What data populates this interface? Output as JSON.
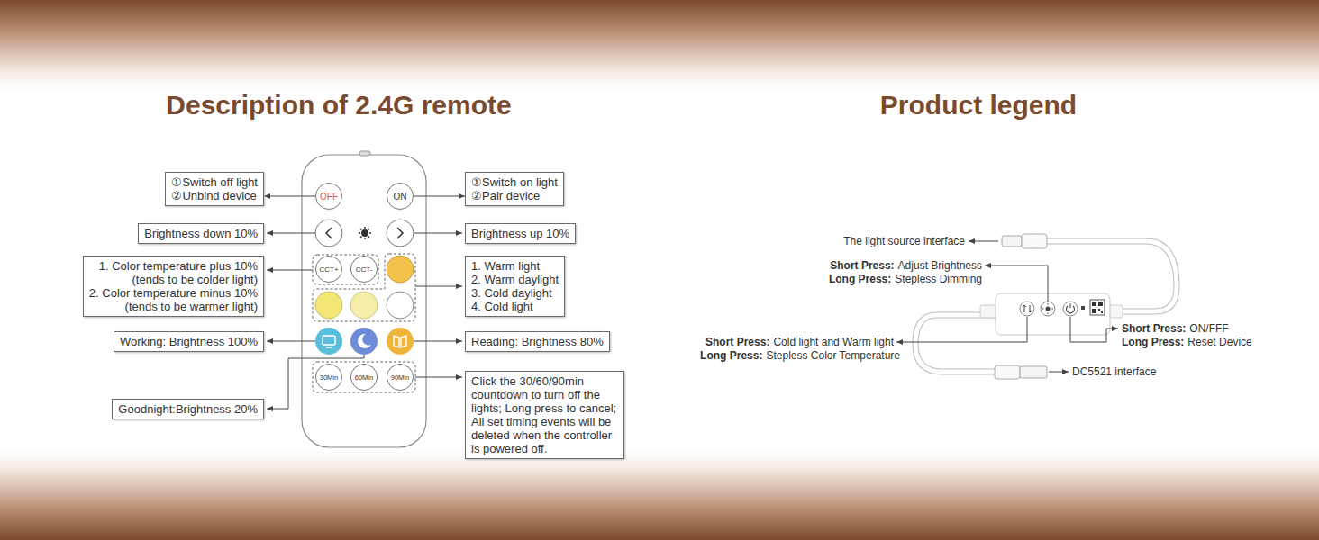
{
  "diagram": {
    "title": "Description of 2.4G remote",
    "nodes": [
      {
        "text": [
          "①Switch off light",
          "②Unbind device"
        ]
      },
      {
        "text": [
          "OFF"
        ]
      },
      {
        "text": [
          "ON"
        ]
      },
      {
        "text": [
          "①Switch on light",
          "②Pair device"
        ]
      },
      {
        "text": [
          "Brightness down 10%"
        ]
      },
      {
        "text": [
          "Brightness up 10%"
        ]
      },
      {
        "text": [
          "1. Color temperature plus 10%",
          "(tends to be colder light)",
          "2. Color temperature minus 10%",
          "(tends to be warmer light)"
        ]
      },
      {
        "text": [
          "CCT+"
        ]
      },
      {
        "text": [
          "CCT-"
        ]
      },
      {
        "text": [
          "1. Warm light",
          "2. Warm daylight",
          "3. Cold daylight",
          "4. Cold light"
        ]
      },
      {
        "text": [
          "Working: Brightness 100%"
        ]
      },
      {
        "text": [
          "Reading: Brightness 80%"
        ]
      },
      {
        "text": [
          "30Min"
        ]
      },
      {
        "text": [
          "60Min"
        ]
      },
      {
        "text": [
          "90Min"
        ]
      },
      {
        "text": [
          "Click the 30/60/90min countdown to turn off the lights; Long press to cancel; All set timing events will be deleted when the controller is powered off."
        ]
      },
      {
        "text": [
          "Goodnight:Brightness 20%"
        ]
      }
    ],
    "edges": [
      {
        "from": 1,
        "to": 0,
        "arrow": "to"
      },
      {
        "from": 2,
        "to": 3,
        "arrow": "to"
      }
    ],
    "labels": [
      "Product legend",
      "The light source interface",
      "Short Press:",
      "Adjust Brightness",
      "Long Press:",
      "Stepless Dimming",
      "Short Press:",
      "Cold light and Warm light",
      "Long Press:",
      "Stepless Color Temperature",
      "Short Press:",
      "ON/FFF",
      "Long Press:",
      "Reset Device",
      "DC5521 interface"
    ]
  }
}
